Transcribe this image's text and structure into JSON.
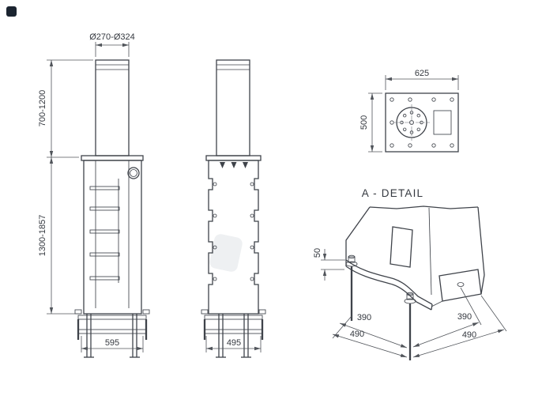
{
  "colors": {
    "background": "#ffffff",
    "object_line": "#3f434a",
    "dimension_line": "#50545a",
    "text": "#34383f",
    "logo_mark": "#1b2430"
  },
  "views": {
    "front": {
      "dim_diameter": "Ø270-Ø324",
      "dim_upper_height": "700-1200",
      "dim_lower_height": "1300-1857",
      "dim_base_width": "595"
    },
    "side": {
      "dim_base_width": "495"
    },
    "plan": {
      "dim_width": "625",
      "dim_depth": "500"
    },
    "detail": {
      "label": "A - DETAIL",
      "dim_bolt_height": "50",
      "dim_left_inner": "390",
      "dim_left_outer": "490",
      "dim_right_inner": "390",
      "dim_right_outer": "490"
    }
  }
}
